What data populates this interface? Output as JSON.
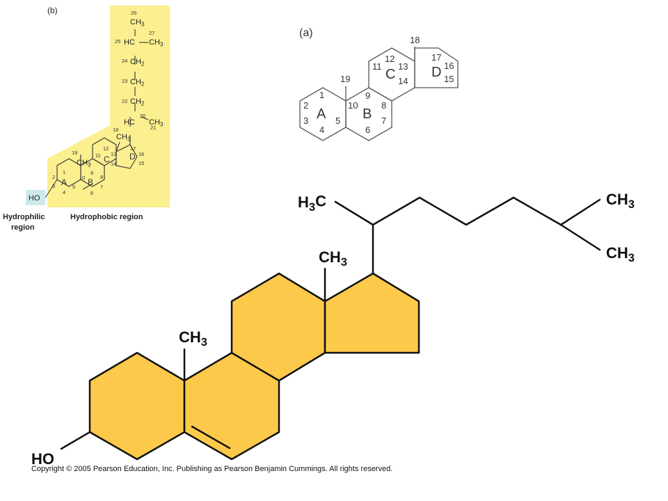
{
  "panel_b": {
    "tag": "(b)",
    "ring_letters": [
      "A",
      "B",
      "C",
      "D"
    ],
    "numbers": [
      "1",
      "2",
      "3",
      "4",
      "5",
      "6",
      "7",
      "8",
      "9",
      "10",
      "11",
      "12",
      "13",
      "14",
      "15",
      "16",
      "17",
      "18",
      "19",
      "20",
      "21",
      "22",
      "23",
      "24",
      "25",
      "26",
      "27"
    ],
    "groups": {
      "ho": "HO",
      "ch3_19": "CH3",
      "ch3_18": "CH3",
      "hc_20": "HC",
      "ch3_21": "CH3",
      "ch2_22": "CH2",
      "ch2_23": "CH2",
      "ch2_24": "CH2",
      "hc_25": "HC",
      "ch3_27": "CH3",
      "ch3_26": "CH3"
    },
    "hydrophilic_line1": "Hydrophilic",
    "hydrophilic_line2": "region",
    "hydrophobic_label": "Hydrophobic region",
    "colors": {
      "highlight": "#fbef8f",
      "hydrophilic": "#cde9ec"
    }
  },
  "panel_a": {
    "tag": "(a)",
    "ring_letters": [
      "A",
      "B",
      "C",
      "D"
    ],
    "numbers": [
      "1",
      "2",
      "3",
      "4",
      "5",
      "6",
      "7",
      "8",
      "9",
      "10",
      "11",
      "12",
      "13",
      "14",
      "15",
      "16",
      "17",
      "18",
      "19"
    ]
  },
  "main": {
    "ho": "HO",
    "ch3_19": "CH3",
    "ch3_18": "CH3",
    "h3c_21": "H3C",
    "ch3_26": "CH3",
    "ch3_27": "CH3",
    "colors": {
      "ring_fill": "#fcc94a"
    }
  },
  "copyright": "Copyright © 2005 Pearson Education, Inc. Publishing as Pearson Benjamin Cummings. All rights reserved."
}
